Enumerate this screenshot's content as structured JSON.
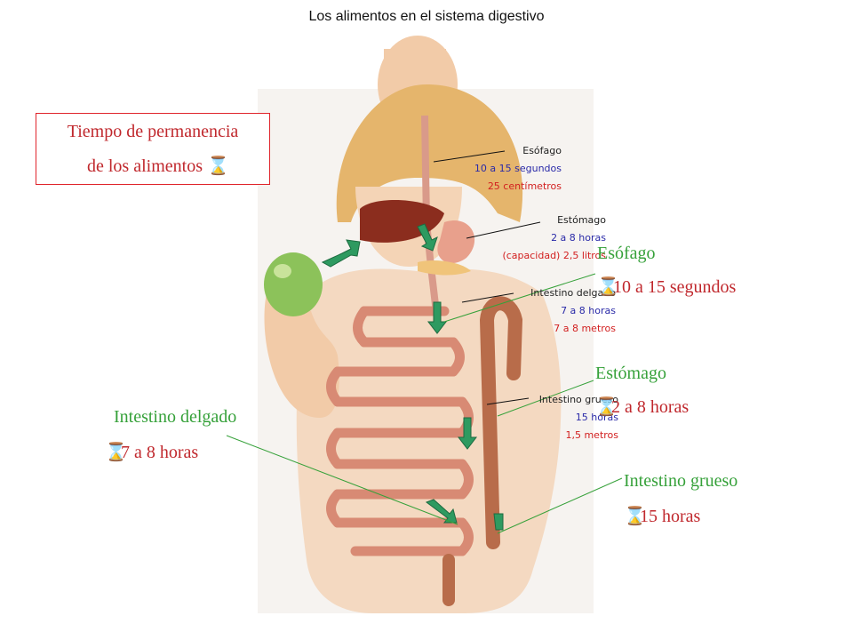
{
  "title": "Los alimentos en el sistema digestivo",
  "box": {
    "line1": "Tiempo de permanencia",
    "line2": "de los alimentos",
    "icon": "hourglass-icon"
  },
  "organ_labels": {
    "esofago": {
      "name": "Esófago",
      "time": "10 a 15 segundos",
      "size": "25 centímetros"
    },
    "estomago": {
      "name": "Estómago",
      "time": "2 a 8 horas",
      "size": "(capacidad) 2,5 litros"
    },
    "delgado": {
      "name": "Intestino delgado",
      "time": "7 a 8 horas",
      "size": "7 a 8 metros"
    },
    "grueso": {
      "name": "Intestino grueso",
      "time": "15 horas",
      "size": "1,5 metros"
    }
  },
  "callouts": {
    "esofago": {
      "name": "Esófago",
      "time": "10 a 15 segundos"
    },
    "estomago": {
      "name": "Estómago",
      "time": "2 a 8 horas"
    },
    "delgado": {
      "name": "Intestino delgado",
      "time": "7 a 8 horas"
    },
    "grueso": {
      "name": "Intestino grueso",
      "time": "15 horas"
    }
  },
  "colors": {
    "green": "#36a13a",
    "red": "#c0282d",
    "blue": "#2a2aa8",
    "arrow": "#2e9a60"
  }
}
